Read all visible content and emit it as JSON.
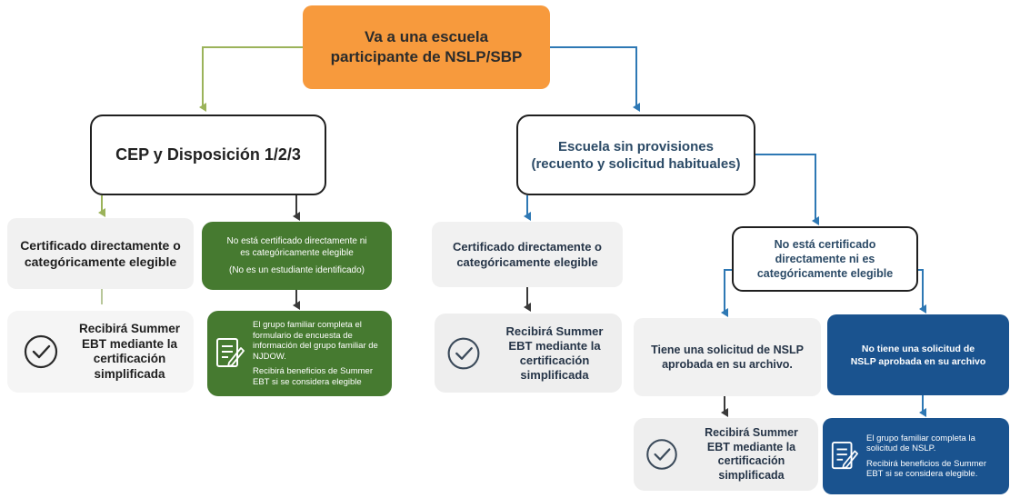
{
  "root": {
    "line1": "Va a una escuela",
    "line2": "participante de NSLP/SBP"
  },
  "left_branch": {
    "title": "CEP y Disposición 1/2/3",
    "certified": {
      "line1": "Certificado directamente o",
      "line2": "categóricamente elegible"
    },
    "certified_result": {
      "line1": "Recibirá Summer",
      "line2": "EBT mediante la",
      "line3": "certificación",
      "line4": "simplificada"
    },
    "not_certified": {
      "line1": "No está certificado directamente ni",
      "line2": "es categóricamente elegible",
      "note": "(No es un estudiante identificado)"
    },
    "not_certified_result": {
      "p1": "El grupo familiar completa el formulario de encuesta de información del grupo familiar de NJDOW.",
      "p2": "Recibirá beneficios de Summer EBT si se considera elegible"
    }
  },
  "right_branch": {
    "title": {
      "line1": "Escuela sin provisiones",
      "line2": "(recuento y solicitud habituales)"
    },
    "certified": {
      "line1": "Certificado directamente o",
      "line2": "categóricamente elegible"
    },
    "certified_result": {
      "line1": "Recibirá Summer",
      "line2": "EBT mediante la",
      "line3": "certificación",
      "line4": "simplificada"
    },
    "not_certified": {
      "line1": "No está certificado",
      "line2": "directamente ni es",
      "line3": "categóricamente elegible"
    },
    "has_application": {
      "line1": "Tiene una solicitud de NSLP",
      "line2": "aprobada en su archivo."
    },
    "has_application_result": {
      "line1": "Recibirá Summer",
      "line2": "EBT mediante la",
      "line3": "certificación",
      "line4": "simplificada"
    },
    "no_application": {
      "line1": "No tiene una solicitud de",
      "line2": "NSLP aprobada en su archivo"
    },
    "no_application_result": {
      "p1": "El grupo familiar completa la solicitud de NSLP.",
      "p2": "Recibirá beneficios de Summer EBT si se considera elegible."
    }
  },
  "colors": {
    "orange": "#f79a3d",
    "green": "#467a30",
    "navy": "#1a538f",
    "arrow_green": "#9bb35a",
    "arrow_blue": "#2e78b4",
    "arrow_dark": "#3a3a3a"
  },
  "icons": {
    "check": "check-circle-icon",
    "form": "form-pencil-icon"
  }
}
